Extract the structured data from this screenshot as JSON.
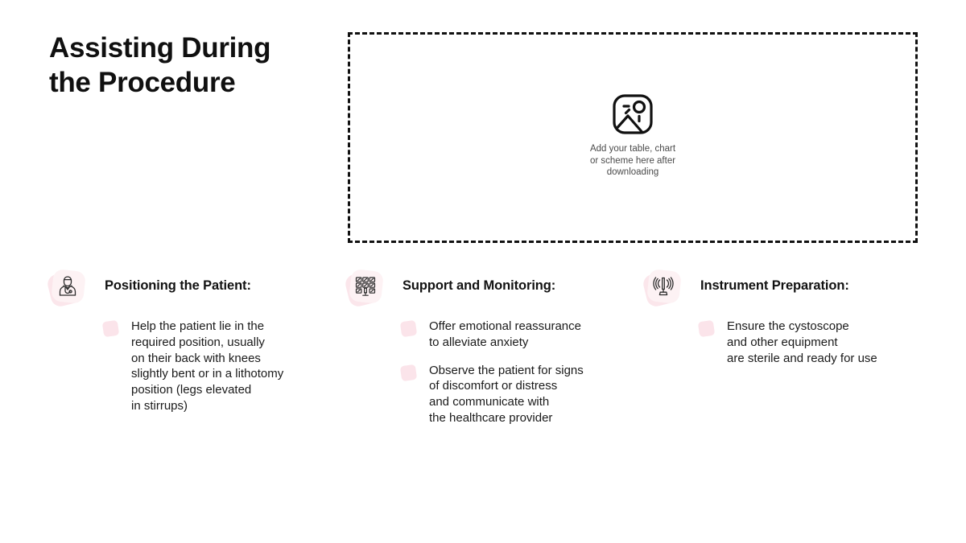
{
  "slide": {
    "title": "Assisting During\nthe Procedure",
    "background_color": "#ffffff",
    "accent_pink": "#fbe4ea",
    "text_color": "#111111"
  },
  "placeholder": {
    "icon": "image-placeholder-icon",
    "caption": "Add your table, chart\nor scheme here after\ndownloading",
    "border_style": "dashed",
    "border_color": "#111111"
  },
  "columns": [
    {
      "icon": "doctor-icon",
      "title": "Positioning the Patient:",
      "bullets": [
        "Help the patient lie in the\nrequired position, usually\non their back with knees\nslightly bent or in a lithotomy\nposition (legs elevated\nin stirrups)"
      ]
    },
    {
      "icon": "monitor-grid-icon",
      "title": "Support and Monitoring:",
      "bullets": [
        "Offer emotional reassurance\nto alleviate anxiety",
        "Observe the patient for signs\nof discomfort or distress\nand communicate with\nthe healthcare provider"
      ]
    },
    {
      "icon": "instrument-icon",
      "title": "Instrument Preparation:",
      "bullets": [
        "Ensure the cystoscope\nand other equipment\nare sterile and ready for use"
      ]
    }
  ]
}
